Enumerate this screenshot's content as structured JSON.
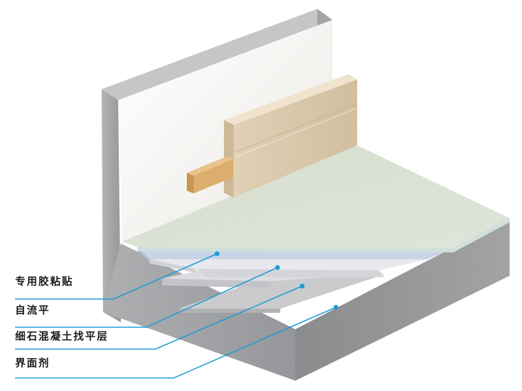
{
  "layers": [
    {
      "label": "专用胶粘贴"
    },
    {
      "label": "自流平"
    },
    {
      "label": "细石混凝土找平层"
    },
    {
      "label": "界面剂"
    }
  ],
  "colors": {
    "concrete": "#a3a5a7",
    "wall": "#f7f5f2",
    "floor_finish": "#e3eadd",
    "skirting": "#e2d2b8",
    "batten": "#ddb173",
    "leader": "#1e9ad8"
  }
}
